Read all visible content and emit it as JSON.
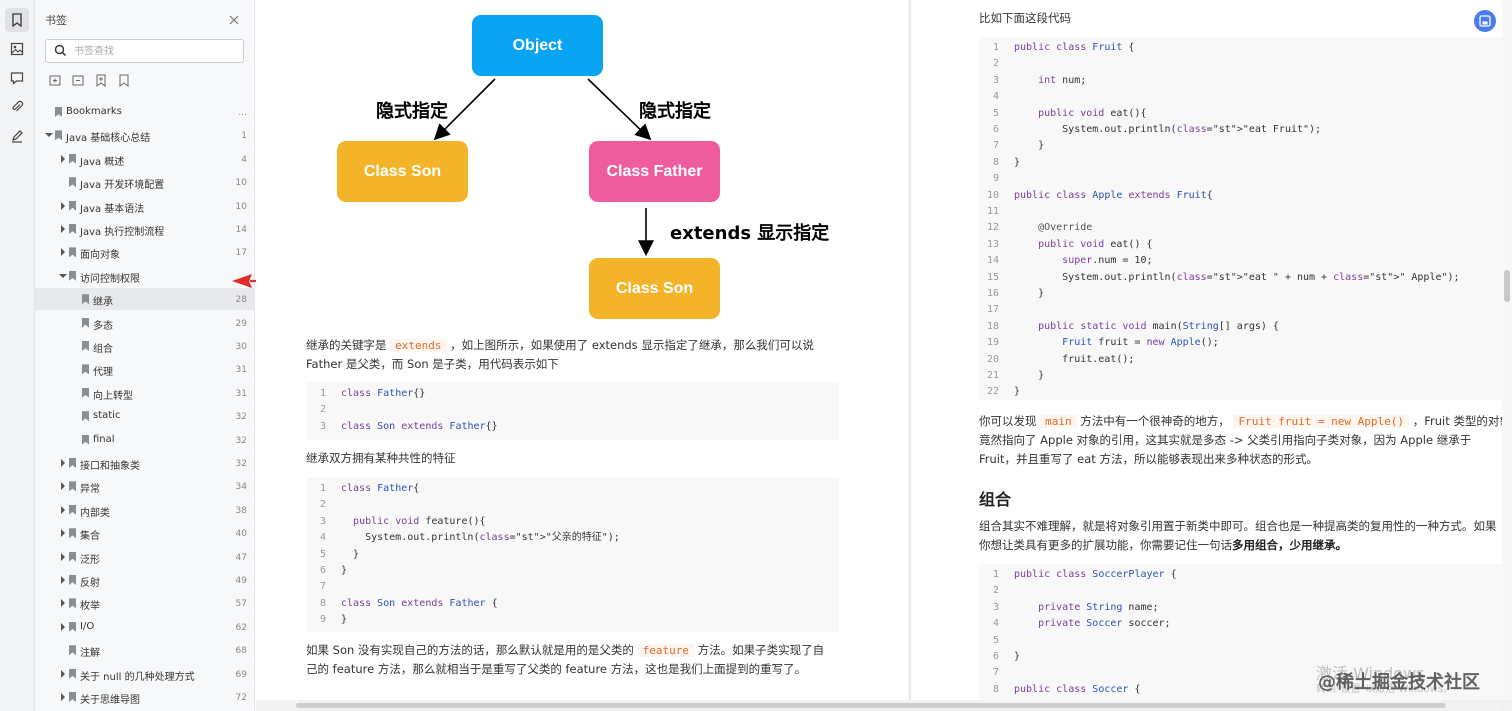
{
  "sidebar": {
    "title": "书签",
    "search_placeholder": "书签查找",
    "items": [
      {
        "label": "Bookmarks",
        "page": "...",
        "level": 0,
        "arrow": "none"
      },
      {
        "label": "Java 基础核心总结",
        "page": "1",
        "level": 0,
        "arrow": "open"
      },
      {
        "label": "Java 概述",
        "page": "4",
        "level": 1,
        "arrow": "closed"
      },
      {
        "label": "Java 开发环境配置",
        "page": "10",
        "level": 1,
        "arrow": "none"
      },
      {
        "label": "Java 基本语法",
        "page": "10",
        "level": 1,
        "arrow": "closed"
      },
      {
        "label": "Java 执行控制流程",
        "page": "14",
        "level": 1,
        "arrow": "closed"
      },
      {
        "label": "面向对象",
        "page": "17",
        "level": 1,
        "arrow": "closed"
      },
      {
        "label": "访问控制权限",
        "page": "",
        "level": 1,
        "arrow": "open"
      },
      {
        "label": "继承",
        "page": "28",
        "level": 2,
        "arrow": "none"
      },
      {
        "label": "多态",
        "page": "29",
        "level": 2,
        "arrow": "none"
      },
      {
        "label": "组合",
        "page": "30",
        "level": 2,
        "arrow": "none"
      },
      {
        "label": "代理",
        "page": "31",
        "level": 2,
        "arrow": "none"
      },
      {
        "label": "向上转型",
        "page": "31",
        "level": 2,
        "arrow": "none"
      },
      {
        "label": "static",
        "page": "32",
        "level": 2,
        "arrow": "none"
      },
      {
        "label": "final",
        "page": "32",
        "level": 2,
        "arrow": "none"
      },
      {
        "label": "接口和抽象类",
        "page": "32",
        "level": 1,
        "arrow": "closed"
      },
      {
        "label": "异常",
        "page": "34",
        "level": 1,
        "arrow": "closed"
      },
      {
        "label": "内部类",
        "page": "38",
        "level": 1,
        "arrow": "closed"
      },
      {
        "label": "集合",
        "page": "40",
        "level": 1,
        "arrow": "closed"
      },
      {
        "label": "泛形",
        "page": "47",
        "level": 1,
        "arrow": "closed"
      },
      {
        "label": "反射",
        "page": "49",
        "level": 1,
        "arrow": "closed"
      },
      {
        "label": "枚举",
        "page": "57",
        "level": 1,
        "arrow": "closed"
      },
      {
        "label": "I/O",
        "page": "62",
        "level": 1,
        "arrow": "closed"
      },
      {
        "label": "注解",
        "page": "68",
        "level": 1,
        "arrow": "none"
      },
      {
        "label": "关于 null 的几种处理方式",
        "page": "69",
        "level": 1,
        "arrow": "closed"
      },
      {
        "label": "关于思维导图",
        "page": "72",
        "level": 1,
        "arrow": "closed"
      }
    ]
  },
  "diagram": {
    "object": "Object",
    "son": "Class Son",
    "father": "Class Father",
    "son2": "Class Son",
    "implicit_left": "隐式指定",
    "implicit_right": "隐式指定",
    "extends_label": "extends 显示指定",
    "colors": {
      "object": "#09a4f2",
      "son": "#f4b42a",
      "father": "#ee5c9d"
    }
  },
  "left_page": {
    "p1_a": "继承的关键字是",
    "p1_code": "extends",
    "p1_b": "，如上图所示，如果使用了 extends 显示指定了继承，那么我们可以说",
    "p1_c": "Father 是父类，而 Son 是子类，用代码表示如下",
    "code1": [
      {
        "n": "1",
        "t": "class Father{}"
      },
      {
        "n": "2",
        "t": ""
      },
      {
        "n": "3",
        "t": "class Son extends Father{}"
      }
    ],
    "p2": "继承双方拥有某种共性的特征",
    "code2": [
      {
        "n": "1",
        "t": "class Father{"
      },
      {
        "n": "2",
        "t": ""
      },
      {
        "n": "3",
        "t": "  public void feature(){"
      },
      {
        "n": "4",
        "t": "    System.out.println(\"父亲的特征\");"
      },
      {
        "n": "5",
        "t": "  }"
      },
      {
        "n": "6",
        "t": "}"
      },
      {
        "n": "7",
        "t": ""
      },
      {
        "n": "8",
        "t": "class Son extends Father {"
      },
      {
        "n": "9",
        "t": "}"
      }
    ],
    "p3_a": "如果 Son 没有实现自己的方法的话，那么默认就是用的是父类的",
    "p3_code": "feature",
    "p3_b": "方法。如果子类实现了自",
    "p3_c": "己的 feature 方法，那么就相当于是重写了父类的 feature 方法，这也是我们上面提到的重写了。"
  },
  "right_page": {
    "intro": "比如下面这段代码",
    "code3": [
      {
        "n": "1",
        "t": "public class Fruit {"
      },
      {
        "n": "2",
        "t": ""
      },
      {
        "n": "3",
        "t": "    int num;"
      },
      {
        "n": "4",
        "t": ""
      },
      {
        "n": "5",
        "t": "    public void eat(){"
      },
      {
        "n": "6",
        "t": "        System.out.println(\"eat Fruit\");"
      },
      {
        "n": "7",
        "t": "    }"
      },
      {
        "n": "8",
        "t": "}"
      },
      {
        "n": "9",
        "t": ""
      },
      {
        "n": "10",
        "t": "public class Apple extends Fruit{"
      },
      {
        "n": "11",
        "t": ""
      },
      {
        "n": "12",
        "t": "    @Override"
      },
      {
        "n": "13",
        "t": "    public void eat() {"
      },
      {
        "n": "14",
        "t": "        super.num = 10;"
      },
      {
        "n": "15",
        "t": "        System.out.println(\"eat \" + num + \" Apple\");"
      },
      {
        "n": "16",
        "t": "    }"
      },
      {
        "n": "17",
        "t": ""
      },
      {
        "n": "18",
        "t": "    public static void main(String[] args) {"
      },
      {
        "n": "19",
        "t": "        Fruit fruit = new Apple();"
      },
      {
        "n": "20",
        "t": "        fruit.eat();"
      },
      {
        "n": "21",
        "t": "    }"
      },
      {
        "n": "22",
        "t": "}"
      }
    ],
    "p4_a": "你可以发现",
    "p4_code1": "main",
    "p4_b": "方法中有一个很神奇的地方，",
    "p4_code2": "Fruit fruit = new Apple()",
    "p4_c": "，Fruit 类型的对象",
    "p4_d": "竟然指向了 Apple 对象的引用，这其实就是多态 -> 父类引用指向子类对象，因为 Apple 继承于",
    "p4_e": "Fruit，并且重写了 eat 方法，所以能够表现出来多种状态的形式。",
    "h_compose": "组合",
    "p5_a": "组合其实不难理解，就是将对象引用置于新类中即可。组合也是一种提高类的复用性的一种方式。如果",
    "p5_b": "你想让类具有更多的扩展功能，你需要记住一句话",
    "p5_bold": "多用组合，少用继承。",
    "code4": [
      {
        "n": "1",
        "t": "public class SoccerPlayer {"
      },
      {
        "n": "2",
        "t": ""
      },
      {
        "n": "3",
        "t": "    private String name;"
      },
      {
        "n": "4",
        "t": "    private Soccer soccer;"
      },
      {
        "n": "5",
        "t": ""
      },
      {
        "n": "6",
        "t": "}"
      },
      {
        "n": "7",
        "t": ""
      },
      {
        "n": "8",
        "t": "public class Soccer {"
      }
    ]
  },
  "overlay": {
    "windows_a": "激活 Windows",
    "windows_b": "转到\"设置\"以激活 Windows。",
    "juejin": "@稀土掘金技术社区"
  }
}
